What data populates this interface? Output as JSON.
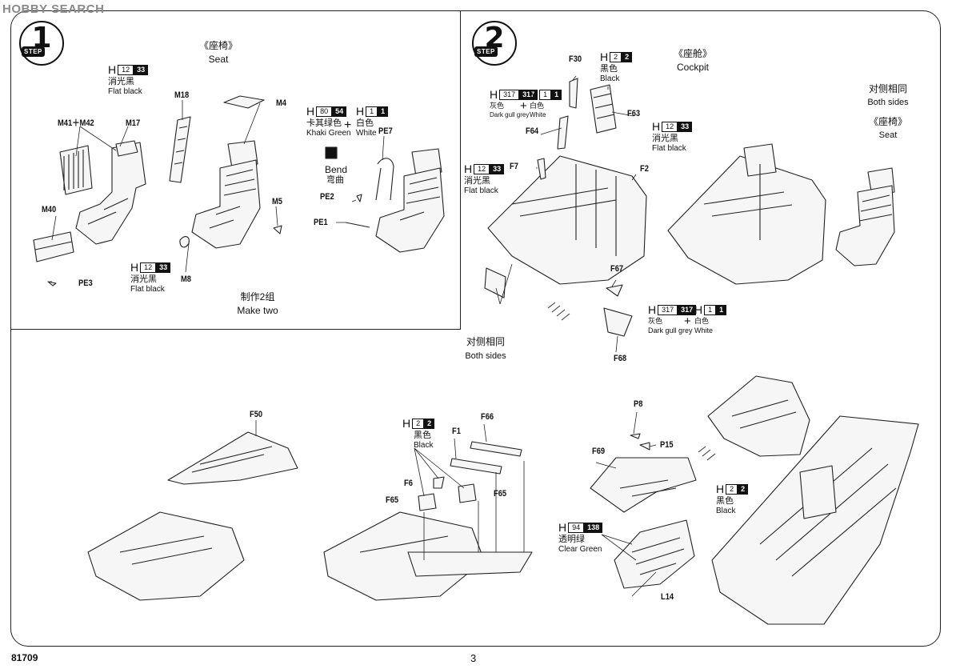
{
  "watermark": "HOBBY SEARCH",
  "step1": {
    "badge_num": "1",
    "badge_label": "STEP",
    "title_cn": "《座椅》",
    "title_en": "Seat",
    "parts": {
      "m18": "M18",
      "m41_m42": "M41＋M42",
      "m17": "M17",
      "m4": "M4",
      "m40": "M40",
      "pe3": "PE3",
      "m8": "M8",
      "m5": "M5",
      "pe7": "PE7",
      "pe2": "PE2",
      "pe1": "PE1"
    },
    "paint_flat_black_top": {
      "h": "H",
      "code": "12",
      "num": "33",
      "cn": "消光黑",
      "en": "Flat black"
    },
    "paint_flat_black_bottom": {
      "h": "H",
      "code": "12",
      "num": "33",
      "cn": "消光黑",
      "en": "Flat black"
    },
    "paint_khaki": {
      "h": "H",
      "code": "80",
      "num": "54",
      "cn": "卡其绿色",
      "en": "Khaki Green"
    },
    "paint_white": {
      "h": "H",
      "code": "1",
      "num": "1",
      "cn": "白色",
      "en": "White"
    },
    "bend_en": "Bend",
    "bend_cn": "弯曲",
    "make_two_cn": "制作2组",
    "make_two_en": "Make two"
  },
  "step2": {
    "badge_num": "2",
    "badge_label": "STEP",
    "cockpit_cn": "《座舱》",
    "cockpit_en": "Cockpit",
    "seat_cn": "《座椅》",
    "seat_en": "Seat",
    "both_sides_right_cn": "对侧相同",
    "both_sides_right_en": "Both sides",
    "both_sides_bottom_cn": "对侧相同",
    "both_sides_bottom_en": "Both sides",
    "parts": {
      "f30": "F30",
      "f63": "F63",
      "f64": "F64",
      "f7": "F7",
      "f2": "F2",
      "f67": "F67",
      "f68": "F68"
    },
    "paint_black": {
      "h": "H",
      "code": "2",
      "num": "2",
      "cn": "黑色",
      "en": "Black"
    },
    "paint_grey": {
      "h": "H",
      "code": "317",
      "num": "317",
      "cn": "灰色",
      "en": "Dark gull grey"
    },
    "paint_white": {
      "h": "H",
      "code": "1",
      "num": "1",
      "cn": "白色",
      "en": "White"
    },
    "paint_flat_black_right": {
      "h": "H",
      "code": "12",
      "num": "33",
      "cn": "消光黑",
      "en": "Flat black"
    },
    "paint_flat_black_left": {
      "h": "H",
      "code": "12",
      "num": "33",
      "cn": "消光黑",
      "en": "Flat black"
    },
    "paint_grey_bottom": {
      "h": "H",
      "code": "317",
      "num": "317",
      "cn": "灰色",
      "en": "Dark gull grey"
    },
    "paint_white_bottom": {
      "h": "H",
      "code": "1",
      "num": "1",
      "cn": "白色",
      "en": "White"
    }
  },
  "step3": {
    "parts": {
      "f50": "F50",
      "f66": "F66",
      "f1": "F1",
      "f6": "F6",
      "f65_left": "F65",
      "f65_right": "F65",
      "p8": "P8",
      "p15": "P15",
      "f69": "F69",
      "l14": "L14"
    },
    "paint_black_mid": {
      "h": "H",
      "code": "2",
      "num": "2",
      "cn": "黑色",
      "en": "Black"
    },
    "paint_clear_green": {
      "h": "H",
      "code": "94",
      "num": "138",
      "cn": "透明绿",
      "en": "Clear Green"
    },
    "paint_black_right": {
      "h": "H",
      "code": "2",
      "num": "2",
      "cn": "黑色",
      "en": "Black"
    }
  },
  "footer": {
    "kit_number": "81709",
    "page_number": "3"
  }
}
